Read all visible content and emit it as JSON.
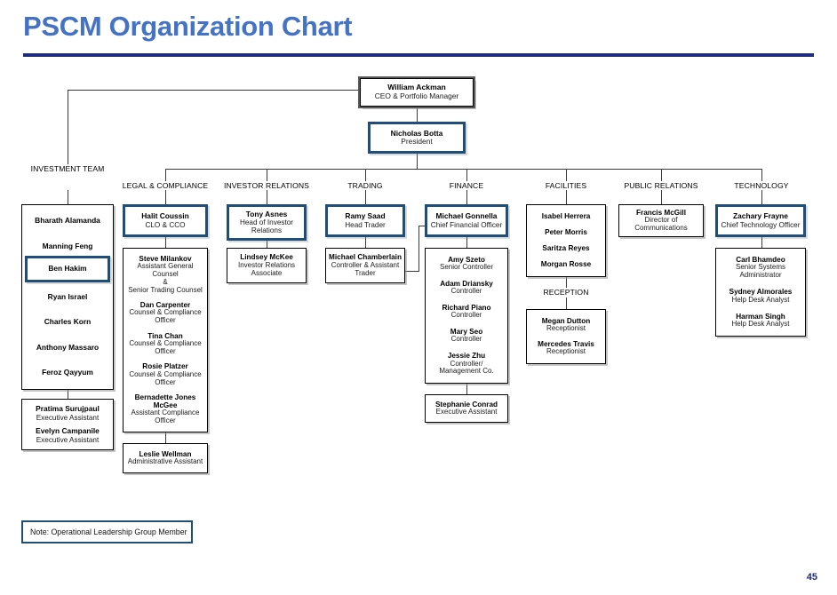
{
  "slide": {
    "title": "PSCM Organization Chart",
    "page_number": "45",
    "note": "Note: Operational Leadership Group Member",
    "accent_color": "#4472C4",
    "rule_color": "#1F2E7A",
    "highlight_border_color": "#1F4E79"
  },
  "top": {
    "ceo": {
      "name": "William  Ackman",
      "title": "CEO & Portfolio Manager"
    },
    "president": {
      "name": "Nicholas Botta",
      "title": "President",
      "highlighted": true
    }
  },
  "departments": {
    "investment_team": "INVESTMENT TEAM",
    "legal": "LEGAL & COMPLIANCE",
    "investor_relations": "INVESTOR RELATIONS",
    "trading": "TRADING",
    "finance": "FINANCE",
    "facilities": "FACILITIES",
    "reception": "RECEPTION",
    "public_relations": "PUBLIC RELATIONS",
    "technology": "TECHNOLOGY"
  },
  "investment_team": {
    "members": [
      {
        "name": "Bharath Alamanda",
        "title": ""
      },
      {
        "name": "Manning Feng",
        "title": ""
      },
      {
        "name": "Ben Hakim",
        "title": "",
        "highlighted": true
      },
      {
        "name": "Ryan Israel",
        "title": ""
      },
      {
        "name": "Charles Korn",
        "title": ""
      },
      {
        "name": "Anthony Massaro",
        "title": ""
      },
      {
        "name": "Feroz Qayyum",
        "title": ""
      }
    ],
    "assistants": [
      {
        "name": "Pratima Surujpaul",
        "title": "Executive Assistant"
      },
      {
        "name": "Evelyn Campanile",
        "title": "Executive Assistant"
      }
    ]
  },
  "legal": {
    "head": {
      "name": "Halit Coussin",
      "title": "CLO & CCO",
      "highlighted": true
    },
    "members": [
      {
        "name": "Steve Milankov",
        "title": "Assistant General Counsel\n&\nSenior Trading Counsel"
      },
      {
        "name": "Dan Carpenter",
        "title": "Counsel & Compliance\nOfficer"
      },
      {
        "name": "Tina Chan",
        "title": "Counsel & Compliance\nOfficer"
      },
      {
        "name": "Rosie Platzer",
        "title": "Counsel & Compliance\nOfficer"
      },
      {
        "name": "Bernadette Jones McGee",
        "title": "Assistant Compliance\nOfficer"
      }
    ],
    "assistant": {
      "name": "Leslie Wellman",
      "title": "Administrative Assistant"
    }
  },
  "investor_relations": {
    "head": {
      "name": "Tony Asnes",
      "title": "Head of Investor\nRelations",
      "highlighted": true
    },
    "members": [
      {
        "name": "Lindsey McKee",
        "title": "Investor Relations\nAssociate"
      }
    ]
  },
  "trading": {
    "head": {
      "name": "Ramy Saad",
      "title": "Head Trader",
      "highlighted": true
    },
    "members": [
      {
        "name": "Michael Chamberlain",
        "title": "Controller & Assistant\nTrader"
      }
    ]
  },
  "finance": {
    "head": {
      "name": "Michael Gonnella",
      "title": "Chief Financial Officer",
      "highlighted": true
    },
    "members": [
      {
        "name": "Amy Szeto",
        "title": "Senior Controller"
      },
      {
        "name": "Adam Driansky",
        "title": "Controller"
      },
      {
        "name": "Richard Piano",
        "title": "Controller"
      },
      {
        "name": "Mary Seo",
        "title": "Controller"
      },
      {
        "name": "Jessie Zhu",
        "title": "Controller/\nManagement Co."
      }
    ],
    "assistant": {
      "name": "Stephanie Conrad",
      "title": "Executive Assistant"
    }
  },
  "facilities": {
    "members": [
      {
        "name": "Isabel Herrera",
        "title": ""
      },
      {
        "name": "Peter Morris",
        "title": ""
      },
      {
        "name": "Saritza Reyes",
        "title": ""
      },
      {
        "name": "Morgan Rosse",
        "title": ""
      }
    ],
    "reception": [
      {
        "name": "Megan Dutton",
        "title": "Receptionist"
      },
      {
        "name": "Mercedes Travis",
        "title": "Receptionist"
      }
    ]
  },
  "public_relations": {
    "head": {
      "name": "Francis McGill",
      "title": "Director of\nCommunications"
    }
  },
  "technology": {
    "head": {
      "name": "Zachary Frayne",
      "title": "Chief Technology Officer",
      "highlighted": true
    },
    "members": [
      {
        "name": "Carl Bhamdeo",
        "title": "Senior Systems\nAdministrator"
      },
      {
        "name": "Sydney Almorales",
        "title": "Help Desk Analyst"
      },
      {
        "name": "Harman Singh",
        "title": "Help Desk Analyst"
      }
    ]
  }
}
